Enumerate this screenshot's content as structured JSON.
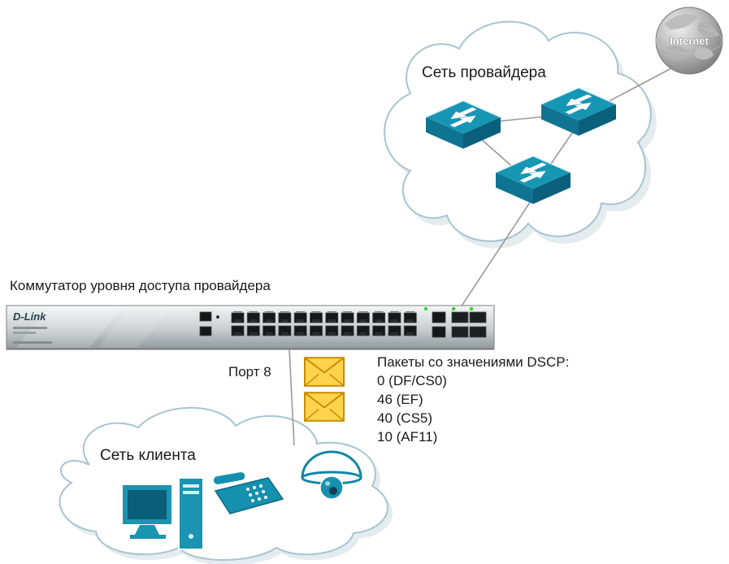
{
  "provider": {
    "label": "Сеть провайдера"
  },
  "internet": {
    "label": "Internet"
  },
  "access_switch": {
    "title": "Коммутатор уровня доступа провайдера",
    "brand": "D-Link"
  },
  "port8": {
    "label": "Порт 8"
  },
  "dscp": {
    "title": "Пакеты со значениями DSCP:",
    "values": [
      "0 (DF/CS0)",
      "46 (EF)",
      "40 (CS5)",
      "10 (AF11)"
    ]
  },
  "client": {
    "label": "Сеть клиента"
  },
  "colors": {
    "device_teal": "#1590AE",
    "device_teal_dark": "#0C6A86",
    "envelope_yellow": "#FFD34D",
    "envelope_outline": "#C88A00",
    "cloud_outline": "#A7C4D2",
    "link_gray": "#999999",
    "led_green": "#35D435"
  }
}
